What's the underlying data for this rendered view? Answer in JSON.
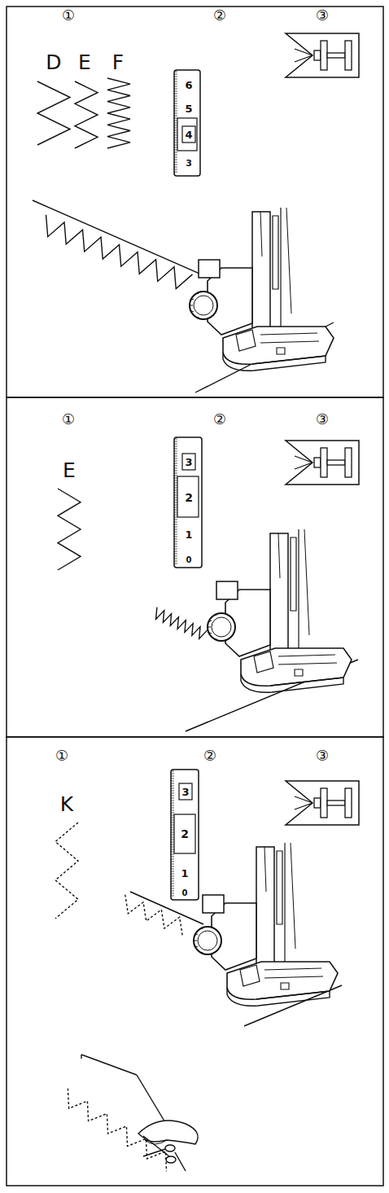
{
  "diagram": {
    "labels": [
      "①",
      "D",
      "E",
      "F",
      "②",
      "③",
      "6",
      "5",
      "4",
      "3",
      "①",
      "E",
      "②",
      "③",
      "3",
      "2",
      "1",
      "0",
      "①",
      "K",
      "②",
      "③",
      "3",
      "2",
      "1",
      "0"
    ]
  }
}
